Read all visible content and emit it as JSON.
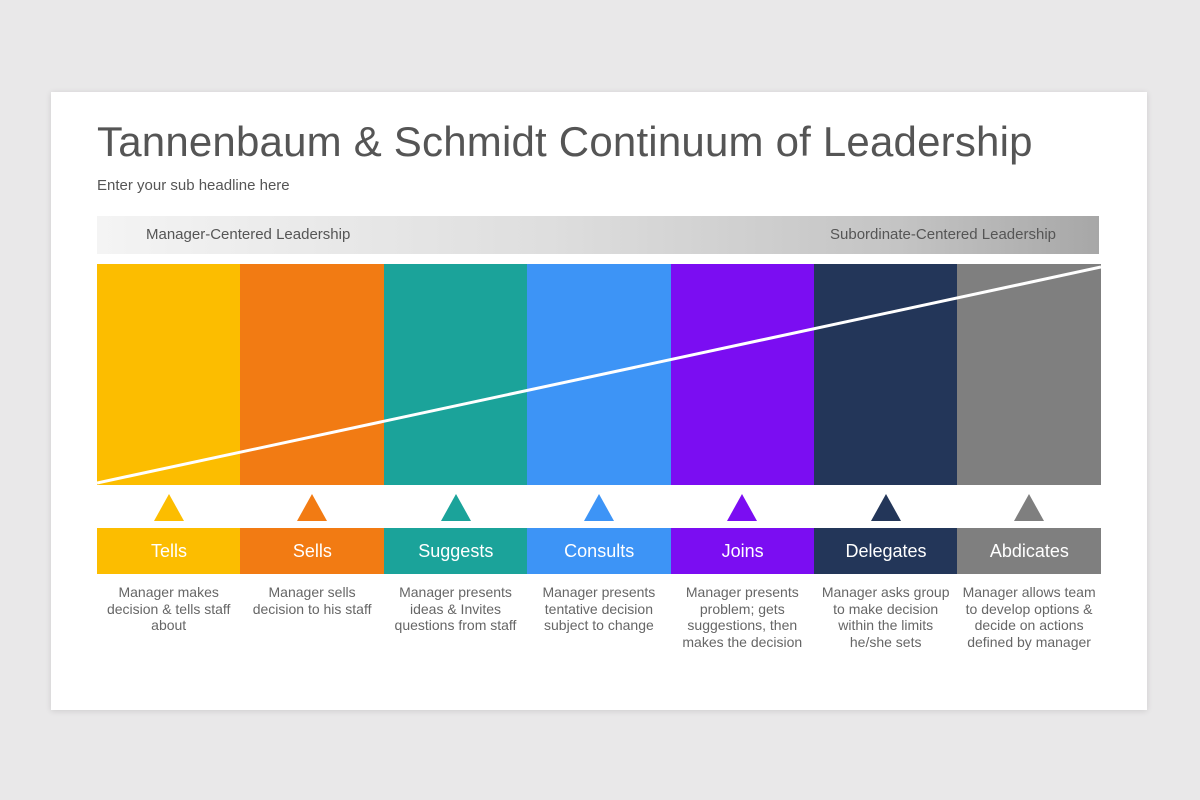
{
  "slide": {
    "title": "Tannenbaum & Schmidt Continuum of Leadership",
    "subtitle": "Enter your sub headline here"
  },
  "band": {
    "left_label": "Manager-Centered Leadership",
    "right_label": "Subordinate-Centered Leadership"
  },
  "styles": [
    {
      "label": "Tells",
      "color": "#fcbd00",
      "description": "Manager makes decision & tells staff about"
    },
    {
      "label": "Sells",
      "color": "#f27b13",
      "description": "Manager sells decision to his staff"
    },
    {
      "label": "Suggests",
      "color": "#1ba39a",
      "description": "Manager presents ideas & Invites questions from staff"
    },
    {
      "label": "Consults",
      "color": "#3d94f6",
      "description": "Manager presents tentative decision subject to change"
    },
    {
      "label": "Joins",
      "color": "#7b0df2",
      "description": "Manager presents problem; gets suggestions, then makes the decision"
    },
    {
      "label": "Delegates",
      "color": "#233659",
      "description": "Manager asks group to make decision within the limits he/she sets"
    },
    {
      "label": "Abdicates",
      "color": "#7f7f7f",
      "description": "Manager allows team to develop options & decide on actions defined by manager"
    }
  ]
}
